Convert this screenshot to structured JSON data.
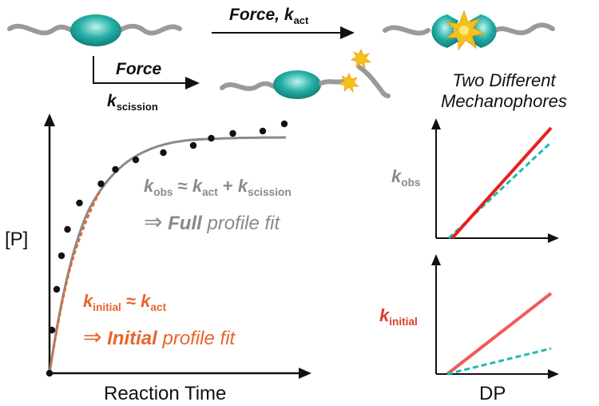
{
  "top": {
    "arrow_top_force": "Force,",
    "arrow_top_k": "k",
    "arrow_top_k_sub": "act",
    "arrow_left_force": "Force",
    "arrow_left_k": "k",
    "arrow_left_k_sub": "scission"
  },
  "main_plot": {
    "y_label": "[P]",
    "x_label": "Reaction Time",
    "eq_obs": {
      "k1": "k",
      "k1_sub": "obs",
      "approx": "≈",
      "k2": "k",
      "k2_sub": "act",
      "plus": "+",
      "k3": "k",
      "k3_sub": "scission"
    },
    "full_fit": {
      "arrow": "⇒",
      "bold": "Full",
      "rest": "profile fit"
    },
    "eq_initial": {
      "k1": "k",
      "k1_sub": "initial",
      "approx": "≈",
      "k2": "k",
      "k2_sub": "act"
    },
    "initial_fit": {
      "arrow": "⇒",
      "bold": "Initial",
      "rest": "profile fit"
    },
    "colors": {
      "full_fit": "#8a8a8a",
      "initial_fit": "#e8652e",
      "points": "#111111"
    }
  },
  "right_panel": {
    "title_line1": "Two Different",
    "title_line2": "Mechanophores",
    "top_ylabel_k": "k",
    "top_ylabel_sub": "obs",
    "bottom_ylabel_k": "k",
    "bottom_ylabel_sub": "initial",
    "x_label": "DP",
    "colors": {
      "solid": "#e8201e",
      "solid_light": "#f25a5a",
      "dashed": "#1fbab0"
    }
  },
  "chart_data": [
    {
      "type": "scatter",
      "title": "",
      "xlabel": "Reaction Time",
      "ylabel": "[P]",
      "x": [
        0,
        0.2,
        0.6,
        1.0,
        1.5,
        2.5,
        4.3,
        5.5,
        7.2,
        9.5,
        12.0,
        13.5,
        15.3,
        17.8,
        19.6
      ],
      "y": [
        0,
        0.18,
        0.35,
        0.49,
        0.6,
        0.71,
        0.79,
        0.85,
        0.89,
        0.92,
        0.95,
        0.98,
        1.0,
        1.01,
        1.04
      ]
    }
  ]
}
